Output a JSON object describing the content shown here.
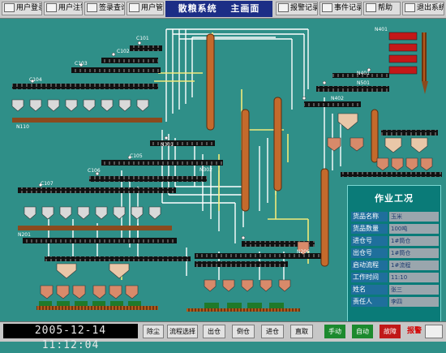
{
  "toolbar": {
    "buttons": [
      "用户登录",
      "用户注销",
      "签录查询",
      "用户管理",
      "报警记录",
      "事件记录",
      "帮助",
      "退出系统"
    ]
  },
  "title": "散粮系统　 主画面",
  "diagram": {
    "labels": {
      "c101": "C101",
      "c102": "C102",
      "c103": "C103",
      "c104": "C104",
      "c105": "C105",
      "c106": "C106",
      "c107": "C107",
      "n110": "N110",
      "n201": "N201",
      "n301": "N301",
      "n302": "N302",
      "n401": "N401",
      "n501": "N501",
      "n401b": "N401",
      "n402": "N402",
      "n206": "N206"
    }
  },
  "panel": {
    "title": "作业工况",
    "rows": [
      {
        "label": "货品名称",
        "value": "玉米"
      },
      {
        "label": "货品数量",
        "value": "100吨"
      },
      {
        "label": "进仓号",
        "value": "1#筒仓"
      },
      {
        "label": "出仓号",
        "value": "1#筒仓"
      },
      {
        "label": "启动流程",
        "value": "1#流程"
      },
      {
        "label": "工作时间",
        "value": "11:10"
      },
      {
        "label": "姓名",
        "value": "张三"
      },
      {
        "label": "责任人",
        "value": "李四"
      }
    ]
  },
  "bottom": {
    "clock": "2005-12-14 11:12:04",
    "buttons": [
      "除尘",
      "流程选择",
      "出仓",
      "倒仓",
      "进仓",
      "直取"
    ],
    "modes": [
      {
        "label": "手动",
        "color": "#1c8a2e"
      },
      {
        "label": "自动",
        "color": "#1c8a2e"
      },
      {
        "label": "故障",
        "color": "#c01818"
      }
    ],
    "alarm": "报警"
  },
  "colors": {
    "background": "#2f8f88",
    "conveyor": "#111111",
    "pipe": "#ffffff",
    "flowline": "#f2ec7a",
    "silo": "#d9d9d9",
    "elevator": "#c46a2c",
    "titlebar": "#1c2e86"
  }
}
